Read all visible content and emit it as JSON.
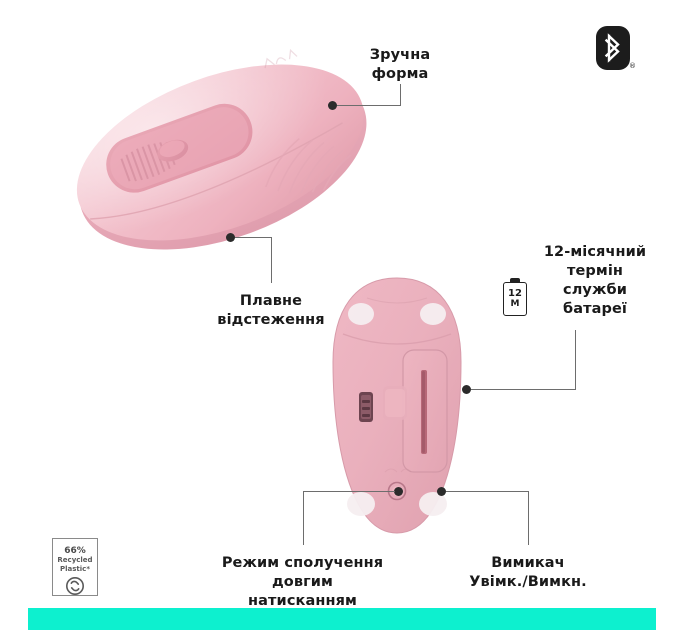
{
  "product": {
    "name": "Wireless Mouse",
    "color_name": "Rose Pink",
    "body_color": "#f0b9c4",
    "body_color_light": "#f2c3cc",
    "body_color_dark": "#dd9aa8",
    "accent_cyan": "#0df0cf",
    "text_color": "#1a1a1a",
    "leader_color": "#6d6d6d"
  },
  "badges": {
    "bluetooth": {
      "icon": "bluetooth-icon",
      "registered_mark": "®"
    },
    "recycled": {
      "percent": "66%",
      "line1": "Recycled",
      "line2": "Plastic*",
      "icon": "recycle-loop-icon"
    }
  },
  "battery_icon": {
    "name": "battery-icon",
    "value": "12",
    "unit": "M"
  },
  "callouts": [
    {
      "id": "comfortable-shape",
      "text": "Зручна\nформа",
      "dot_name": "callout-dot-comfortable-shape"
    },
    {
      "id": "smooth-tracking",
      "text": "Плавне\nвідстеження",
      "dot_name": "callout-dot-smooth-tracking"
    },
    {
      "id": "battery-life",
      "text": "12-місячний\nтермін\nслужби\nбатареї",
      "dot_name": "callout-dot-battery-life"
    },
    {
      "id": "pairing-mode",
      "text": "Режим сполучення\nдовгим\nнатисканням",
      "dot_name": "callout-dot-pairing-mode"
    },
    {
      "id": "power-switch",
      "text": "Вимикач\nУвімк./Вимкн.",
      "dot_name": "callout-dot-power-switch"
    }
  ]
}
